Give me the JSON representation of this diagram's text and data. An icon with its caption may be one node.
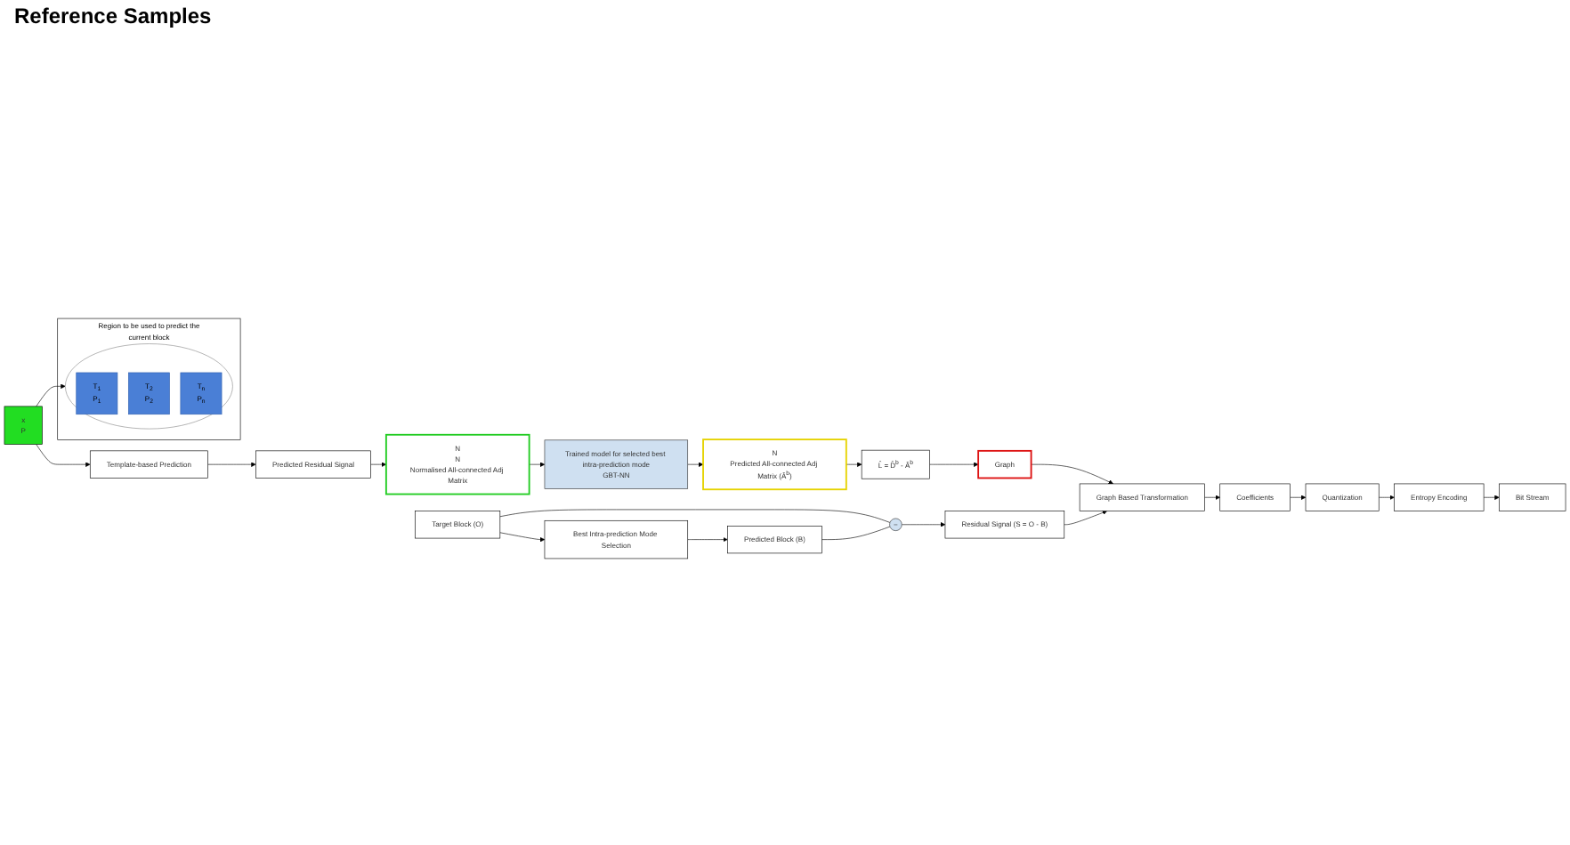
{
  "diagram": {
    "nodes": [
      {
        "text": [
          "Region to be used to predict the current block"
        ]
      },
      {
        "text": [],
        "shape": "ellipse",
        "in": 0
      },
      {
        "text": [
          "T$_{1}$",
          "P$_{1}$"
        ],
        "in": 1
      },
      {
        "text": [
          "T$_{2}$",
          "P$_{2}$"
        ],
        "in": 1
      },
      {
        "text": [
          "T$_{n}$",
          "P$_{n}$"
        ],
        "in": 1
      },
      {
        "text": [
          "x",
          "P"
        ]
      },
      {
        "text": [
          "Template-based Prediction"
        ]
      },
      {
        "text": [
          "Predicted Residual Signal"
        ]
      },
      {
        "text": [
          "N",
          "N",
          "Normalised All-connected Adj Matrix"
        ]
      },
      {
        "text": [
          "Trained model for selected best intra-prediction mode",
          "GBT-NN"
        ]
      },
      {
        "text": [
          "N",
          "Predicted All-connected Adj Matrix (Â$^{b}$)"
        ]
      },
      {
        "text": [
          "L̂ = D̂$^{b}$ - Â$^{b}$"
        ]
      },
      {
        "text": [
          "Graph"
        ]
      },
      {
        "text": [
          "Target Block (O)"
        ]
      },
      {
        "text": [
          "Best Intra-prediction Mode Selection"
        ]
      },
      {
        "text": [
          "Predicted Block (B)"
        ]
      },
      {
        "text": [
          "–"
        ]
      },
      {
        "text": [
          "Residual Signal (S = O - B)"
        ]
      },
      {
        "text": [
          "Graph Based Transformation"
        ]
      },
      {
        "text": [
          "Coefficients"
        ]
      },
      {
        "text": [
          "Quantization"
        ]
      },
      {
        "text": [
          "Entropy Encoding"
        ]
      },
      {
        "text": [
          "Bit Stream"
        ]
      }
    ],
    "edges": [
      {
        "from": 5,
        "to": 1,
        "arrow": "to"
      },
      {
        "from": 5,
        "to": 6,
        "arrow": "to"
      },
      {
        "from": 6,
        "to": 7,
        "arrow": "to"
      },
      {
        "from": 7,
        "to": 8,
        "arrow": "to"
      },
      {
        "from": 8,
        "to": 9,
        "arrow": "to"
      },
      {
        "from": 9,
        "to": 10,
        "arrow": "to"
      },
      {
        "from": 10,
        "to": 11,
        "arrow": "to"
      },
      {
        "from": 11,
        "to": 12,
        "arrow": "to"
      },
      {
        "from": 12,
        "to": 18,
        "arrow": "to"
      },
      {
        "from": 13,
        "to": 14,
        "arrow": "to"
      },
      {
        "from": 14,
        "to": 15,
        "arrow": "to"
      },
      {
        "from": 13,
        "to": 16,
        "arrow": "none"
      },
      {
        "from": 15,
        "to": 16,
        "arrow": "none"
      },
      {
        "from": 16,
        "to": 17,
        "arrow": "to"
      },
      {
        "from": 17,
        "to": 18,
        "arrow": "to"
      },
      {
        "from": 18,
        "to": 19,
        "arrow": "to"
      },
      {
        "from": 19,
        "to": 20,
        "arrow": "to"
      },
      {
        "from": 20,
        "to": 21,
        "arrow": "to"
      },
      {
        "from": 21,
        "to": 22,
        "arrow": "to"
      }
    ],
    "labels": [
      "Reference Samples"
    ]
  }
}
